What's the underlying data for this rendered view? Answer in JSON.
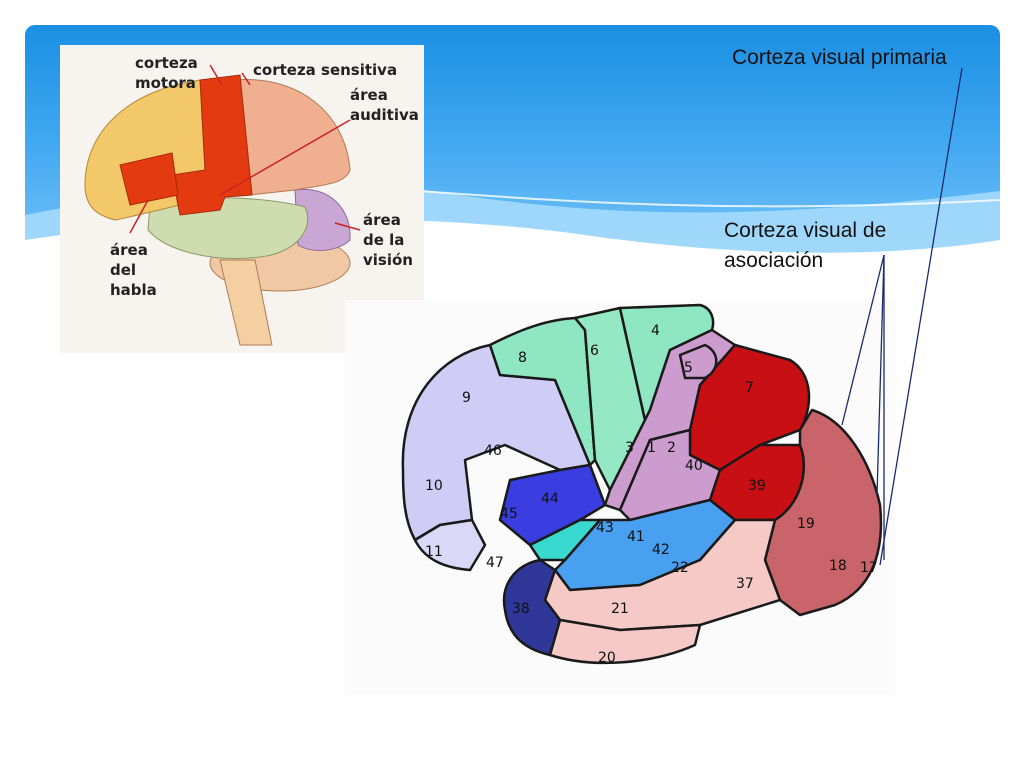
{
  "slide": {
    "title_primary": "Corteza visual primaria",
    "title_association": "Corteza visual de asociación"
  },
  "top_diagram": {
    "labels": {
      "corteza_motora": "corteza motora",
      "corteza_sensitiva": "corteza sensitiva",
      "area_auditiva": "área auditiva",
      "area_vision": "área de la visión",
      "area_habla": "área del habla"
    }
  },
  "brodmann": {
    "areas": [
      "1",
      "2",
      "3",
      "4",
      "5",
      "6",
      "7",
      "8",
      "9",
      "10",
      "11",
      "17",
      "18",
      "19",
      "20",
      "21",
      "22",
      "37",
      "38",
      "39",
      "40",
      "41",
      "42",
      "43",
      "44",
      "45",
      "46",
      "47"
    ]
  },
  "colors": {
    "banner": "#3fa7f1",
    "frontal": "#cfcdf5",
    "motor": "#8fe6c2",
    "sensory": "#cc9ccf",
    "parietal_red": "#c80f14",
    "occipital": "#c8646a",
    "temporal": "#f4c9c6",
    "auditory": "#4aa0f0",
    "broca": "#3a3ee0",
    "temporal_pole": "#2f3799"
  }
}
